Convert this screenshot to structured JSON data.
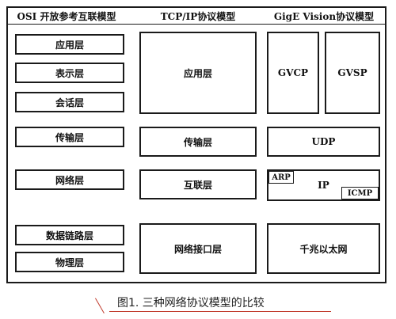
{
  "headers": {
    "osi": "OSI 开放参考互联模型",
    "tcpip": "TCP/IP协议模型",
    "gige": "GigE Vision协议模型"
  },
  "osi_layers": [
    "应用层",
    "表示层",
    "会话层",
    "传输层",
    "网络层",
    "数据链路层",
    "物理层"
  ],
  "tcpip_layers": {
    "application": "应用层",
    "transport": "传输层",
    "internet": "互联层",
    "network_interface": "网络接口层"
  },
  "gige_layers": {
    "gvcp": "GVCP",
    "gvsp": "GVSP",
    "udp": "UDP",
    "ip": "IP",
    "arp": "ARP",
    "icmp": "ICMP",
    "ethernet": "千兆以太网"
  },
  "caption": "图1. 三种网络协议模型的比较",
  "colors": {
    "border": "#1a1a1a",
    "caption_accent": "#c0392b"
  }
}
